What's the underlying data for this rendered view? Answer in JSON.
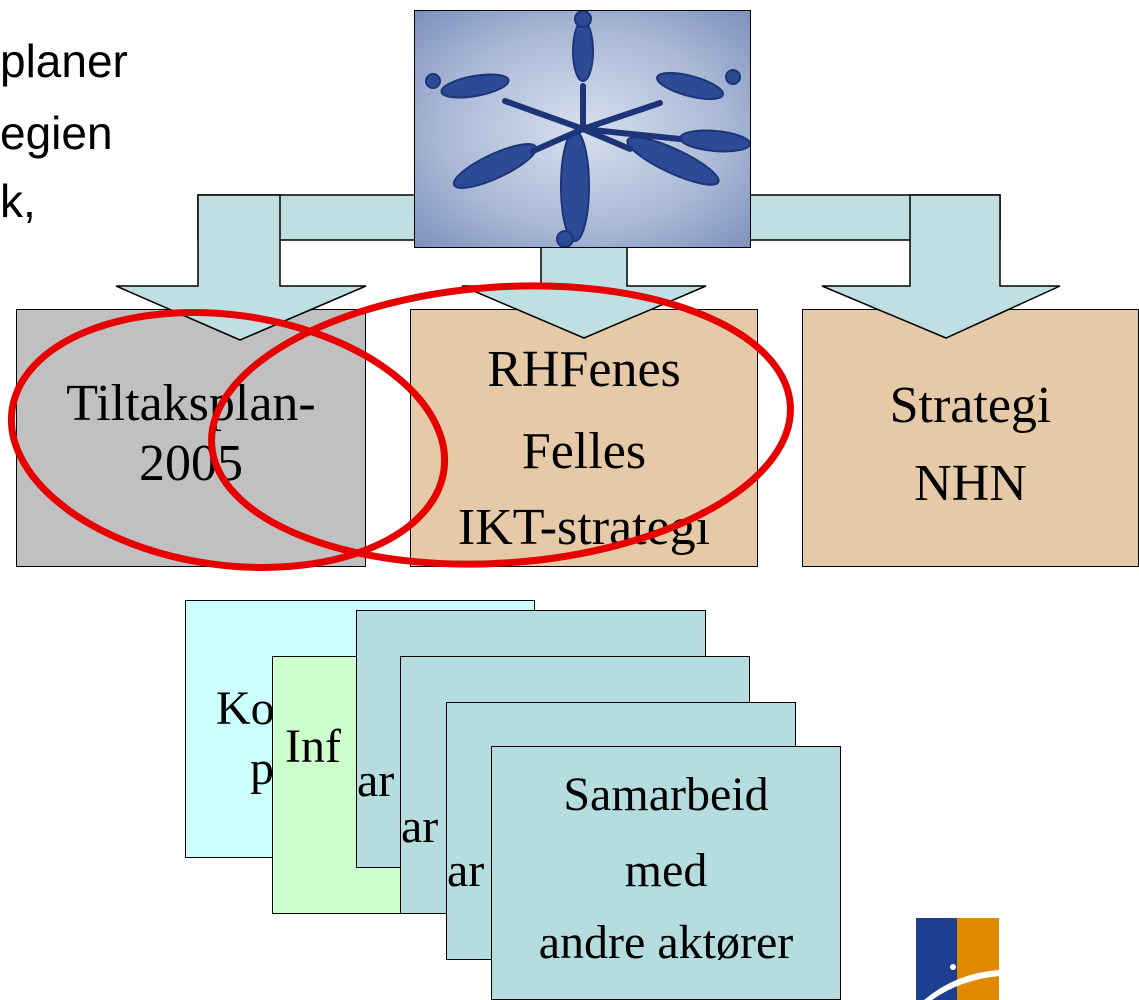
{
  "left_text": {
    "line1": "planer",
    "line2": "egien",
    "line3": "k,"
  },
  "top_boxes": [
    {
      "line1": "Tiltaksplan-",
      "line2": "2005",
      "line3": ""
    },
    {
      "line1": "RHFenes",
      "line2": "Felles",
      "line3": "IKT-strategi"
    },
    {
      "line1": "Strategi",
      "line2": "NHN",
      "line3": ""
    }
  ],
  "stack_cards": {
    "card1_fragment": "Ko",
    "card1_fragment2": "p",
    "card2_fragment": "Inf",
    "card3_fragment": "ar",
    "card4_fragment": "ar",
    "card5_fragment": "ar",
    "front": {
      "line1": "Samarbeid",
      "line2": "med",
      "line3": "andre aktører"
    }
  },
  "colors": {
    "grey_box": "#c0c0c0",
    "tan_box": "#e6c9a6",
    "arrow_fill": "#bfdfe3",
    "card_lightcyan": "#ccffff",
    "card_lightgreen": "#ccffcc",
    "card_teal": "#b5dde0",
    "ellipse_red": "#e60000",
    "logo_blue": "#1e3f8f",
    "logo_orange": "#e08800"
  }
}
